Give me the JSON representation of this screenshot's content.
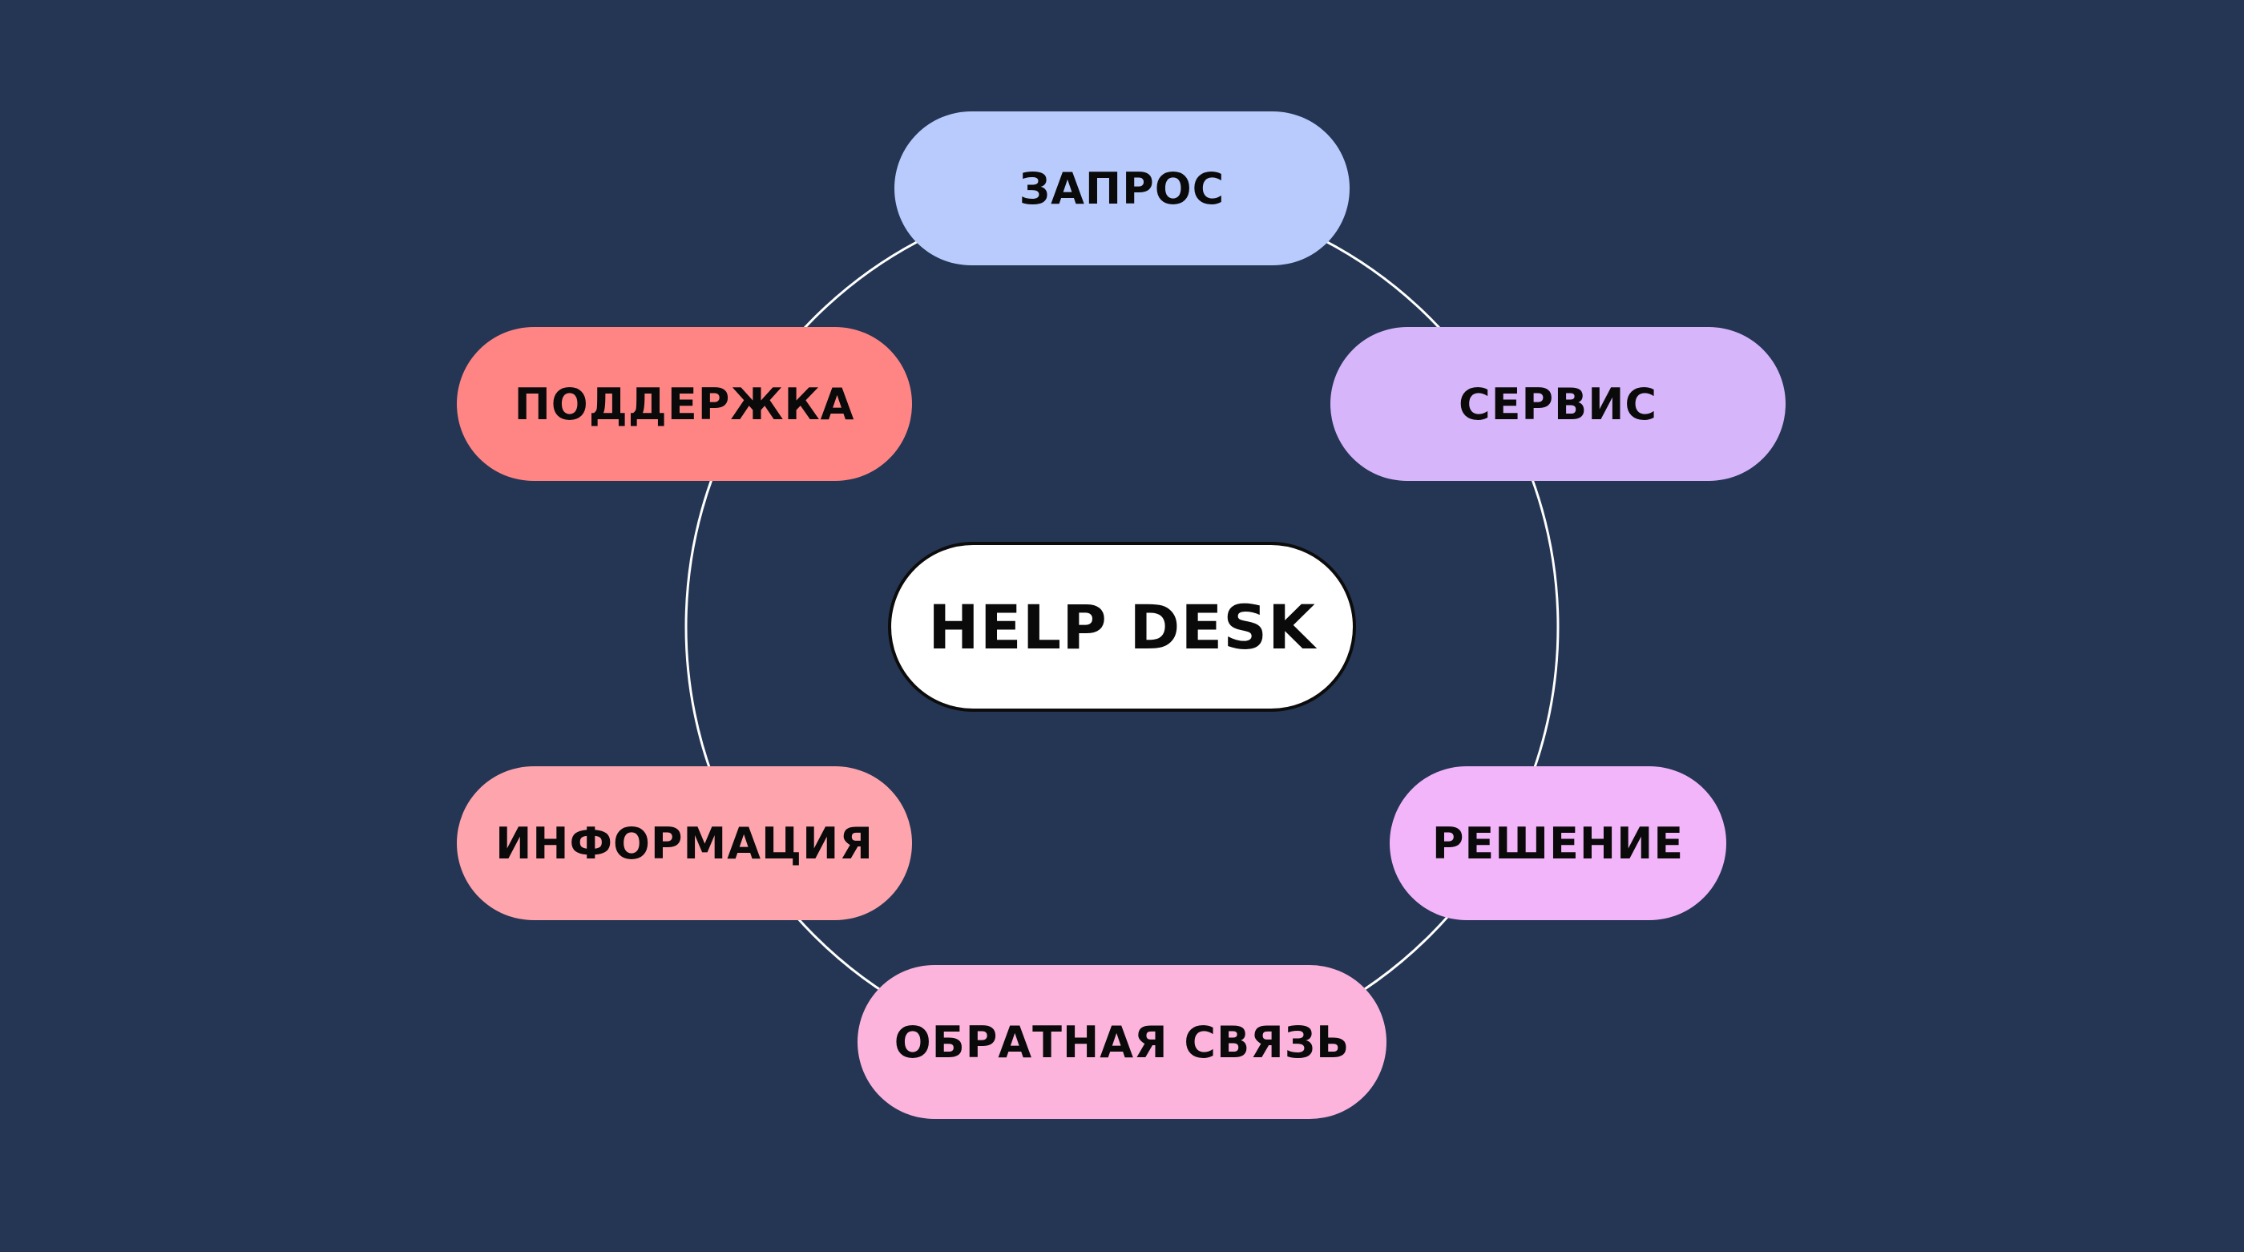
{
  "diagram": {
    "center": {
      "label": "HELP DESK",
      "color": "#ffffff"
    },
    "nodes": [
      {
        "id": "zapros",
        "label": "ЗАПРОС",
        "color": "#b9cbfd"
      },
      {
        "id": "servis",
        "label": "СЕРВИС",
        "color": "#d7b5fa"
      },
      {
        "id": "reshenie",
        "label": "РЕШЕНИЕ",
        "color": "#f2b5f9"
      },
      {
        "id": "feedback",
        "label": "ОБРАТНАЯ СВЯЗЬ",
        "color": "#fcb4dd"
      },
      {
        "id": "info",
        "label": "ИНФОРМАЦИЯ",
        "color": "#fea4ac"
      },
      {
        "id": "support",
        "label": "ПОДДЕРЖКА",
        "color": "#ff8585"
      }
    ],
    "background_color": "#243653",
    "ring_color": "#ffffff"
  }
}
